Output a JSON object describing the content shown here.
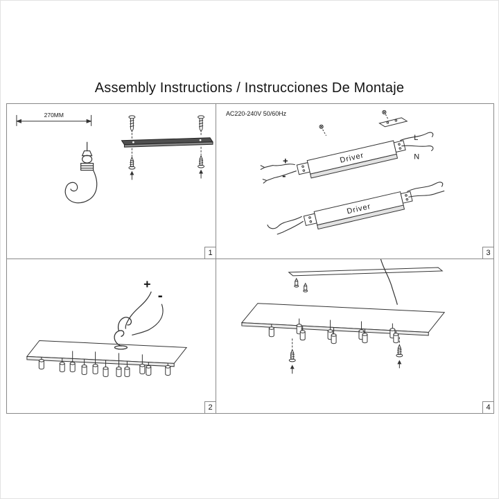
{
  "page": {
    "title": "Assembly Instructions / Instrucciones De Montaje"
  },
  "panels": {
    "p1": {
      "number": "1",
      "dimension_label": "270MM"
    },
    "p2": {
      "number": "2",
      "plus": "+",
      "minus": "-"
    },
    "p3": {
      "number": "3",
      "voltage": "AC220-240V 50/60Hz",
      "driver_label": "Driver",
      "plus": "+",
      "minus": "-",
      "line_label": "L",
      "neutral_label": "N"
    },
    "p4": {
      "number": "4"
    }
  },
  "colors": {
    "line": "#333333",
    "grid_border": "#888888",
    "bar_fill": "#4f4f4f",
    "driver_text": "#8a8a8a"
  }
}
